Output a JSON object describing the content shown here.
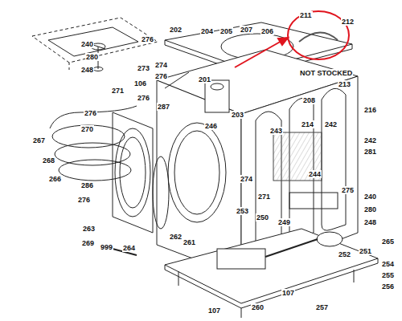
{
  "diagram": {
    "labels": [
      "240",
      "280",
      "248",
      "276",
      "202",
      "204",
      "205",
      "207",
      "206",
      "211",
      "212",
      "273",
      "274",
      "276",
      "201",
      "213",
      "106",
      "276",
      "287",
      "203",
      "246",
      "208",
      "NOT STOCKED",
      "271",
      "276",
      "267",
      "268",
      "266",
      "270",
      "286",
      "276",
      "263",
      "269",
      "999",
      "264",
      "262",
      "261",
      "216",
      "242",
      "281",
      "243",
      "214",
      "242",
      "244",
      "274",
      "271",
      "253",
      "275",
      "240",
      "280",
      "248",
      "250",
      "249",
      "265",
      "251",
      "252",
      "254",
      "255",
      "257",
      "256",
      "107",
      "260",
      "107"
    ]
  }
}
